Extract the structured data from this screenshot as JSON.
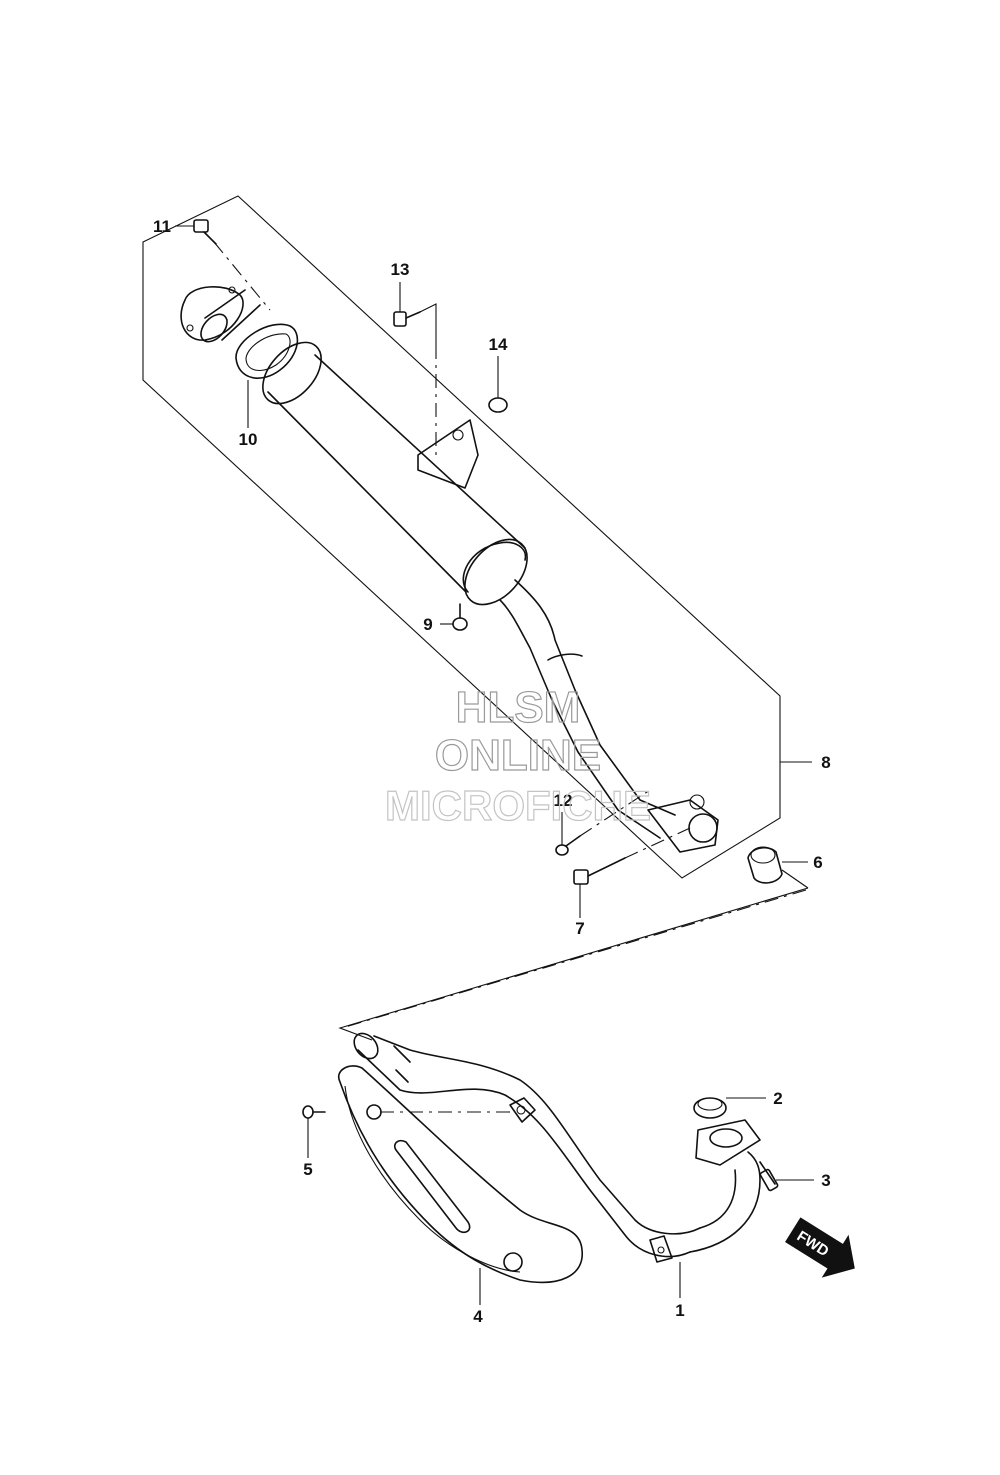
{
  "watermark": {
    "line1": "HLSM",
    "line2": "ONLINE",
    "line3": "MICROFICHE"
  },
  "direction_label": "FWD",
  "callouts": [
    {
      "id": "c1",
      "label": "1"
    },
    {
      "id": "c2",
      "label": "2"
    },
    {
      "id": "c3",
      "label": "3"
    },
    {
      "id": "c4",
      "label": "4"
    },
    {
      "id": "c5",
      "label": "5"
    },
    {
      "id": "c6",
      "label": "6"
    },
    {
      "id": "c7",
      "label": "7"
    },
    {
      "id": "c8",
      "label": "8"
    },
    {
      "id": "c9",
      "label": "9"
    },
    {
      "id": "c10",
      "label": "10"
    },
    {
      "id": "c11",
      "label": "11"
    },
    {
      "id": "c12",
      "label": "12"
    },
    {
      "id": "c13",
      "label": "13"
    },
    {
      "id": "c14",
      "label": "14"
    }
  ]
}
